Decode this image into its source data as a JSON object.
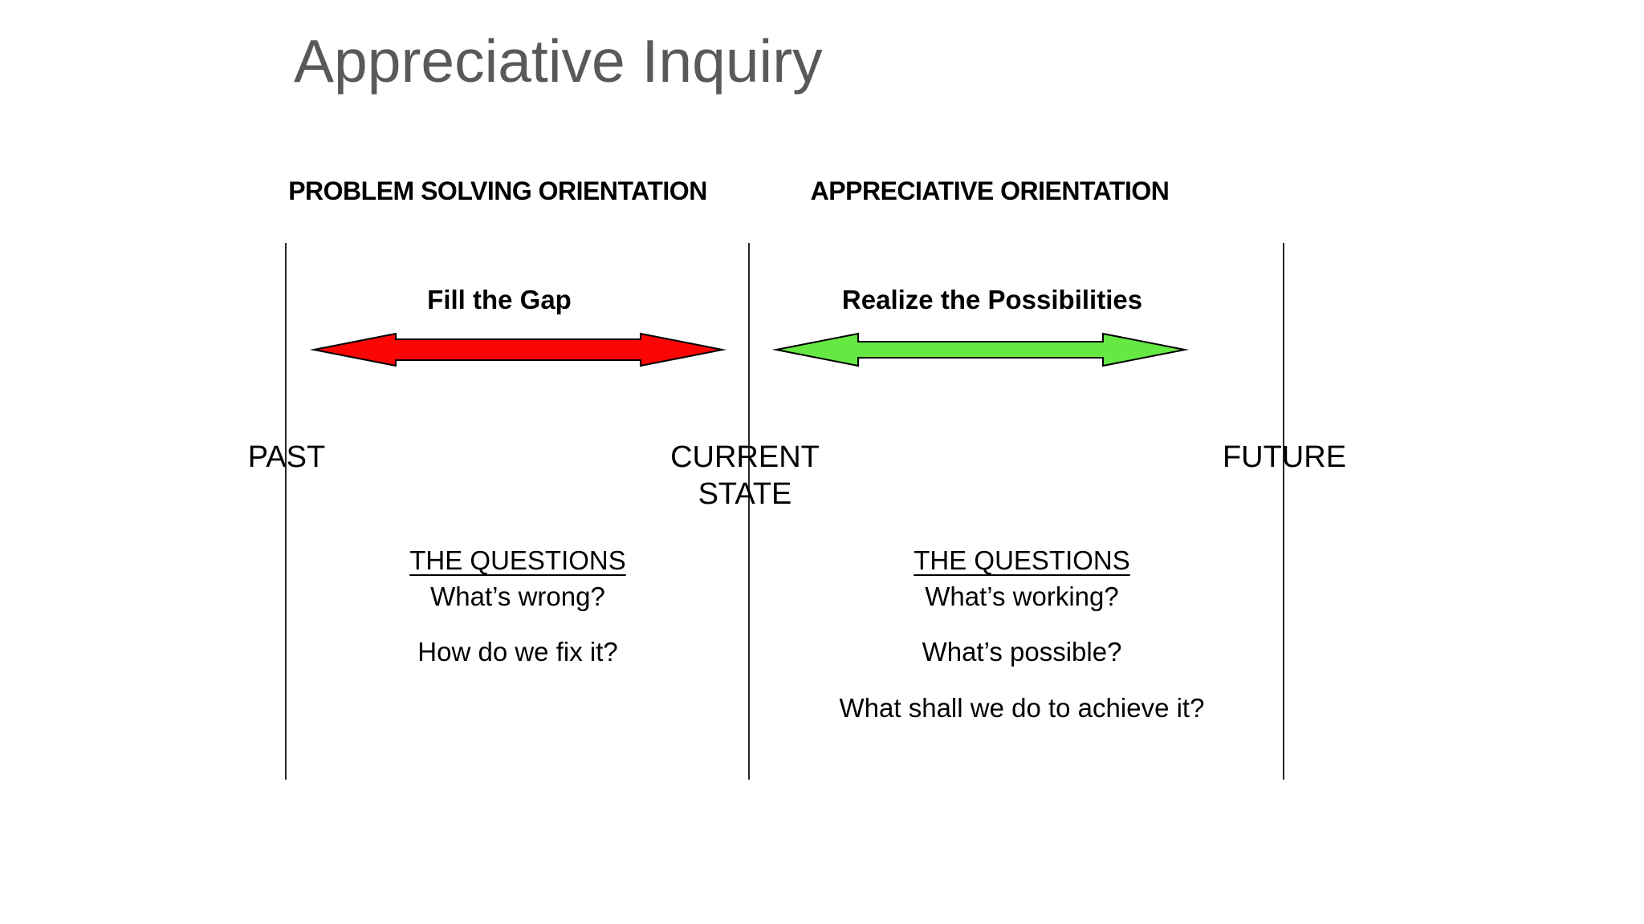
{
  "slide": {
    "title": "Appreciative Inquiry",
    "left": {
      "header": "PROBLEM SOLVING ORIENTATION",
      "arrow_label": "Fill the Gap",
      "arrow_color": "#FB0505",
      "arrow_outline": "#000000",
      "questions_heading": "THE QUESTIONS",
      "questions": [
        "What’s wrong?",
        "How do we fix it?"
      ]
    },
    "right": {
      "header": "APPRECIATIVE ORIENTATION",
      "arrow_label": "Realize the Possibilities",
      "arrow_color": "#66E843",
      "arrow_outline": "#000000",
      "questions_heading": "THE QUESTIONS",
      "questions": [
        "What’s working?",
        "What’s possible?",
        "What shall we do to achieve it?"
      ]
    },
    "timeline": {
      "past": "PAST",
      "current_line1": "CURRENT",
      "current_line2": "STATE",
      "future": "FUTURE"
    },
    "colors": {
      "title_text": "#595959",
      "body_text": "#000000",
      "timeline_line": "#262626"
    }
  }
}
